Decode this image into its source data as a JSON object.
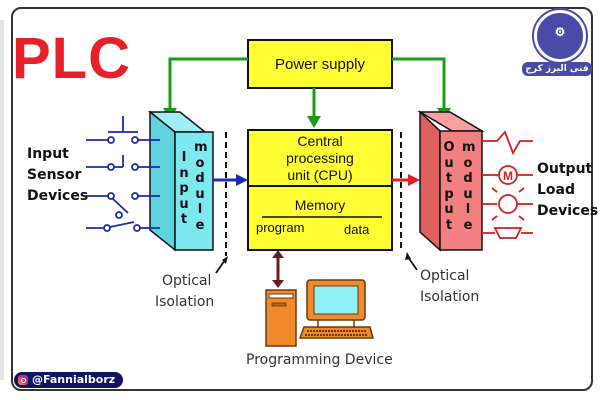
{
  "title": "PLC",
  "power_supply": {
    "label": "Power supply"
  },
  "cpu": {
    "label_lines": [
      "Central",
      "processing",
      "unit (CPU)"
    ],
    "memory_label": "Memory",
    "program_label": "program",
    "data_label": "data"
  },
  "input_module": {
    "letters_left": [
      "I",
      "n",
      "p",
      "u",
      "t"
    ],
    "letters_right": [
      "m",
      "o",
      "d",
      "u",
      "l",
      "e"
    ]
  },
  "output_module": {
    "letters_left": [
      "O",
      "u",
      "t",
      "p",
      "u",
      "t"
    ],
    "letters_right": [
      "m",
      "o",
      "d",
      "u",
      "l",
      "e"
    ]
  },
  "input_devices_label": [
    "Input",
    "Sensor",
    "Devices"
  ],
  "output_devices_label": [
    "Output",
    "Load",
    "Devices"
  ],
  "optical_isolation_left": [
    "Optical",
    "Isolation"
  ],
  "optical_isolation_right": [
    "Optical",
    "Isolation"
  ],
  "programming_device": {
    "label": "Programming Device"
  },
  "motor_symbol": "M",
  "logo": {
    "tag": "فنی البرز کرج"
  },
  "social": {
    "icon": "instagram-icon",
    "handle": "@Fannialborz"
  },
  "colors": {
    "title": "#e8202a",
    "cpu_fill": "#ffff33",
    "input_fill": "#7ee8f0",
    "output_fill": "#f28080",
    "power_wire": "#1a9c1a",
    "input_wire": "#1c2ab0",
    "output_wire": "#d42020"
  }
}
